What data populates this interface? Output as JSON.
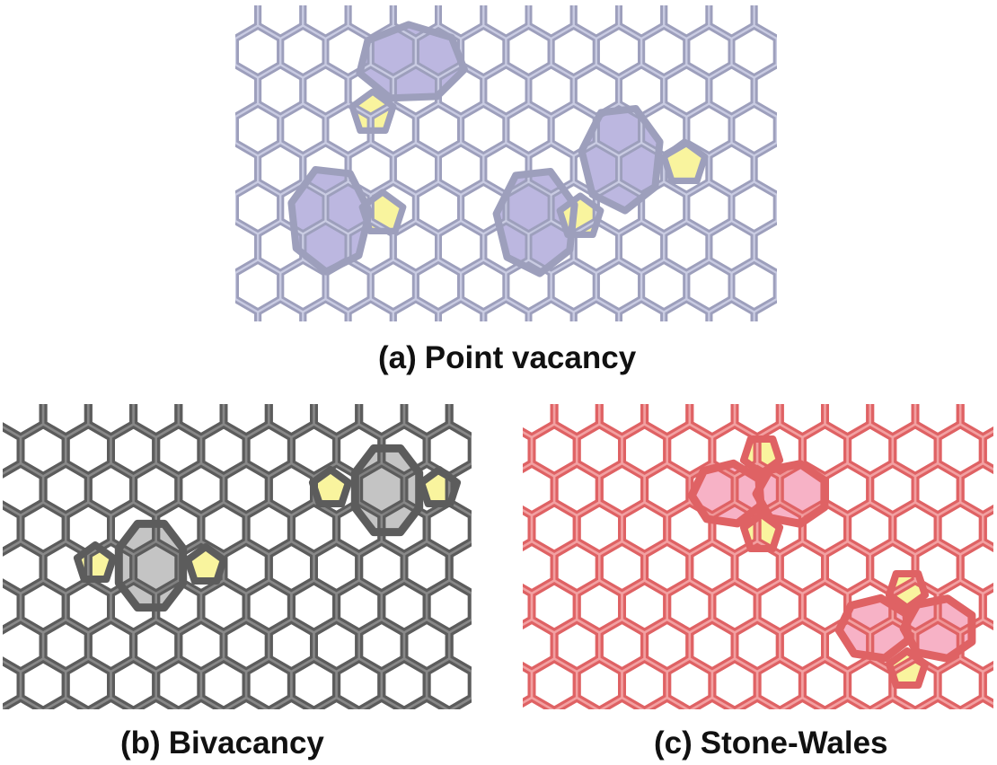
{
  "colors": {
    "pentagon_fill": "#f9f49e",
    "panel_a": {
      "bond": "#9d9fbc",
      "bond_highlight": "#cbcde3",
      "ring_fill": "#bcb7e0"
    },
    "panel_b": {
      "bond": "#5c5c5c",
      "bond_highlight": "#8a8a8a",
      "ring_fill": "#c4c4c4"
    },
    "panel_c": {
      "bond": "#df6264",
      "bond_highlight": "#f3a2a4",
      "ring_fill": "#f7b2c6"
    }
  },
  "panels": [
    {
      "id": "a",
      "defect": "point vacancy",
      "caption_label": "(a)",
      "caption_text": "Point vacancy",
      "defect_sites": 4,
      "pentagons": 4,
      "enlarged_rings": 4
    },
    {
      "id": "b",
      "defect": "bivacancy",
      "caption_label": "(b)",
      "caption_text": "Bivacancy",
      "defect_sites": 2,
      "pentagons": 4,
      "enlarged_rings": 2
    },
    {
      "id": "c",
      "defect": "stone-wales",
      "caption_label": "(c)",
      "caption_text": "Stone-Wales",
      "defect_sites": 2,
      "pentagons": 4,
      "enlarged_rings": 4
    }
  ]
}
